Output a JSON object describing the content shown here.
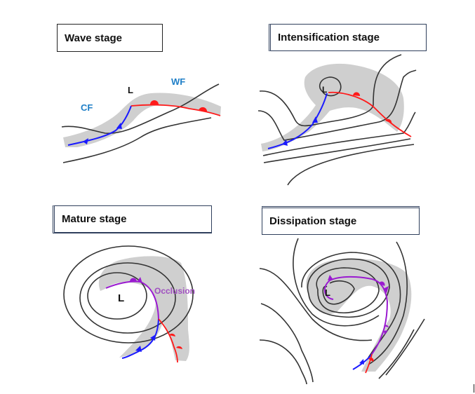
{
  "stages": [
    {
      "id": "wave",
      "title": "Wave stage",
      "labels": {
        "low": "L",
        "cold_front": "CF",
        "warm_front": "WF"
      }
    },
    {
      "id": "intensification",
      "title": "Intensification stage",
      "labels": {
        "low": "L"
      }
    },
    {
      "id": "mature",
      "title": "Mature stage",
      "labels": {
        "low": "L",
        "occlusion": "Occlusion"
      }
    },
    {
      "id": "dissipation",
      "title": "Dissipation stage",
      "labels": {
        "low": "L"
      }
    }
  ],
  "colors": {
    "cold_front": "#1a1aff",
    "warm_front": "#ff1a1a",
    "occlusion": "#9a1ad0",
    "cloud_band": "#cfcfcf",
    "label_blue": "#1f7fc7",
    "occlusion_label": "#a050c0"
  }
}
